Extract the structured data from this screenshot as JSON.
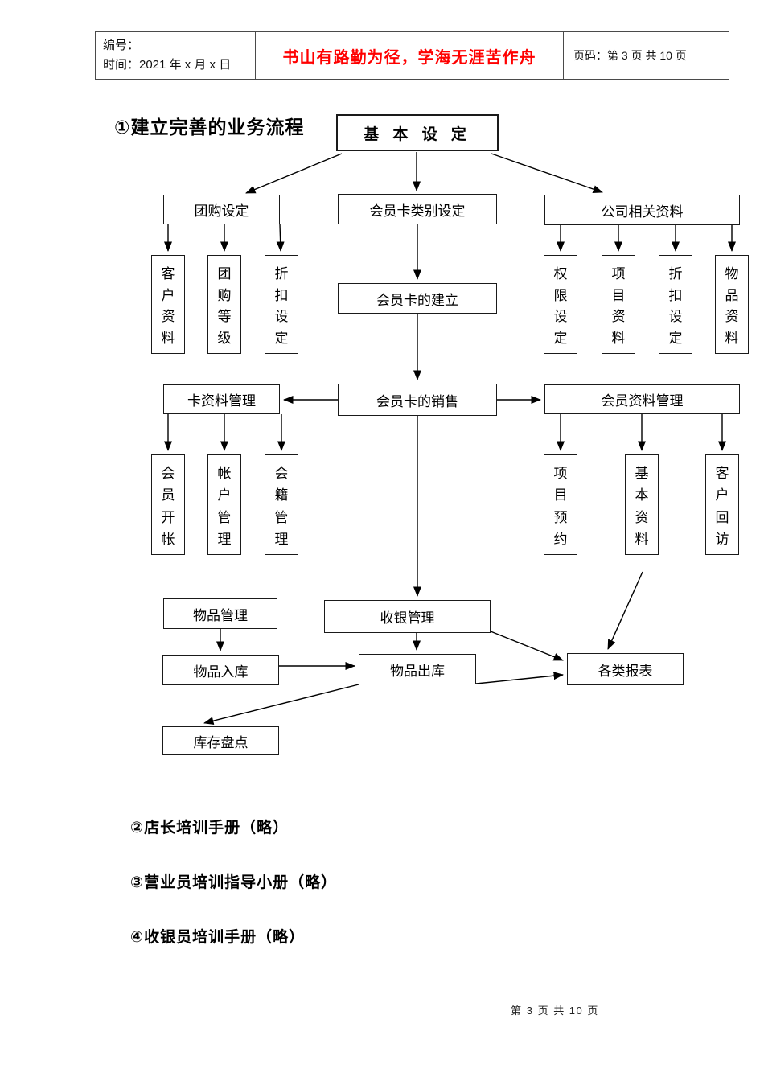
{
  "header": {
    "number_label": "编号：",
    "time_label": "时间：2021 年 x 月 x 日",
    "motto": "书山有路勤为径，学海无涯苦作舟",
    "motto_color": "#ff0000",
    "page_label": "页码：第 3 页  共 10 页"
  },
  "diagram": {
    "title": "①建立完善的业务流程",
    "nodes": [
      {
        "id": "basic-settings",
        "label": "基 本 设 定"
      },
      {
        "id": "group-buy-settings",
        "label": "团购设定"
      },
      {
        "id": "member-card-category",
        "label": "会员卡类别设定"
      },
      {
        "id": "company-info",
        "label": "公司相关资料"
      },
      {
        "id": "customer-info",
        "label": "客户资料",
        "vertical": true
      },
      {
        "id": "group-buy-level",
        "label": "团购等级",
        "vertical": true
      },
      {
        "id": "discount-settings-left",
        "label": "折扣设定",
        "vertical": true
      },
      {
        "id": "member-card-creation",
        "label": "会员卡的建立"
      },
      {
        "id": "permission-settings",
        "label": "权限设定",
        "vertical": true
      },
      {
        "id": "project-info",
        "label": "项目资料",
        "vertical": true
      },
      {
        "id": "discount-settings-right",
        "label": "折扣设定",
        "vertical": true
      },
      {
        "id": "goods-info",
        "label": "物品资料",
        "vertical": true
      },
      {
        "id": "card-info-management",
        "label": "卡资料管理"
      },
      {
        "id": "member-card-sales",
        "label": "会员卡的销售"
      },
      {
        "id": "member-info-management",
        "label": "会员资料管理"
      },
      {
        "id": "member-account-opening",
        "label": "会员开帐",
        "vertical": true
      },
      {
        "id": "account-management",
        "label": "帐户管理",
        "vertical": true
      },
      {
        "id": "membership-management",
        "label": "会籍管理",
        "vertical": true
      },
      {
        "id": "project-reservation",
        "label": "项目预约",
        "vertical": true
      },
      {
        "id": "basic-info",
        "label": "基本资料",
        "vertical": true
      },
      {
        "id": "customer-follow-up",
        "label": "客户回访",
        "vertical": true
      },
      {
        "id": "goods-management",
        "label": "物品管理"
      },
      {
        "id": "cashier-management",
        "label": "收银管理"
      },
      {
        "id": "goods-inbound",
        "label": "物品入库"
      },
      {
        "id": "goods-outbound",
        "label": "物品出库"
      },
      {
        "id": "reports",
        "label": "各类报表"
      },
      {
        "id": "inventory-count",
        "label": "库存盘点"
      }
    ]
  },
  "sections": [
    {
      "text": "②店长培训手册（略）"
    },
    {
      "text": "③营业员培训指导小册（略）"
    },
    {
      "text": "④收银员培训手册（略）"
    }
  ],
  "footer": {
    "page_text": "第 3 页 共 10 页"
  }
}
